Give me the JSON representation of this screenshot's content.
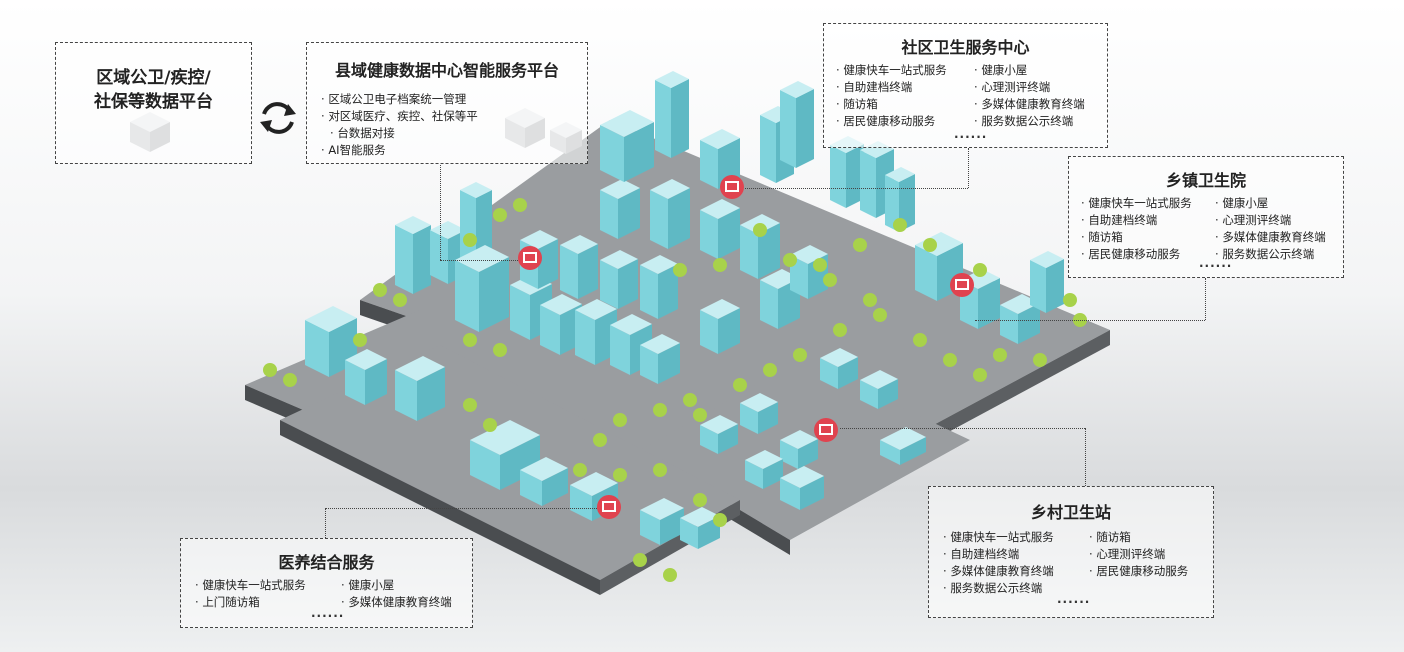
{
  "regional": {
    "title_line1": "区域公卫/疾控/",
    "title_line2": "社保等数据平台"
  },
  "county": {
    "title": "县域健康数据中心智能服务平台",
    "items": [
      "区域公卫电子档案统一管理",
      "对区域医疗、疾控、社保等平",
      "台数据对接",
      "AI智能服务"
    ]
  },
  "community": {
    "title": "社区卫生服务中心",
    "col1": [
      "健康快车一站式服务",
      "自助建档终端",
      "随访箱",
      "居民健康移动服务"
    ],
    "col2": [
      "健康小屋",
      "心理测评终端",
      "多媒体健康教育终端",
      "服务数据公示终端"
    ],
    "more": "······"
  },
  "township": {
    "title": "乡镇卫生院",
    "col1": [
      "健康快车一站式服务",
      "自助建档终端",
      "随访箱",
      "居民健康移动服务"
    ],
    "col2": [
      "健康小屋",
      "心理测评终端",
      "多媒体健康教育终端",
      "服务数据公示终端"
    ],
    "more": "······"
  },
  "village": {
    "title": "乡村卫生站",
    "col1": [
      "健康快车一站式服务",
      "自助建档终端",
      "多媒体健康教育终端",
      "服务数据公示终端"
    ],
    "col2": [
      "随访箱",
      "心理测评终端",
      "居民健康移动服务"
    ],
    "more": "······"
  },
  "eldercare": {
    "title": "医养结合服务",
    "col1": [
      "健康快车一站式服务",
      "上门随访箱"
    ],
    "col2": [
      "健康小屋",
      "多媒体健康教育终端"
    ],
    "more": "······"
  },
  "colors": {
    "building": "#7fd3dc",
    "tree": "#a8d24a",
    "ground": "#8c8f92",
    "marker": "#e0434f"
  }
}
